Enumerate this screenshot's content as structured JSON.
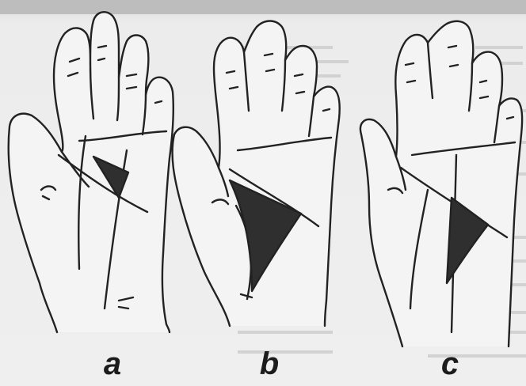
{
  "figure": {
    "panels": [
      {
        "label": "a"
      },
      {
        "label": "b"
      },
      {
        "label": "c"
      }
    ]
  }
}
